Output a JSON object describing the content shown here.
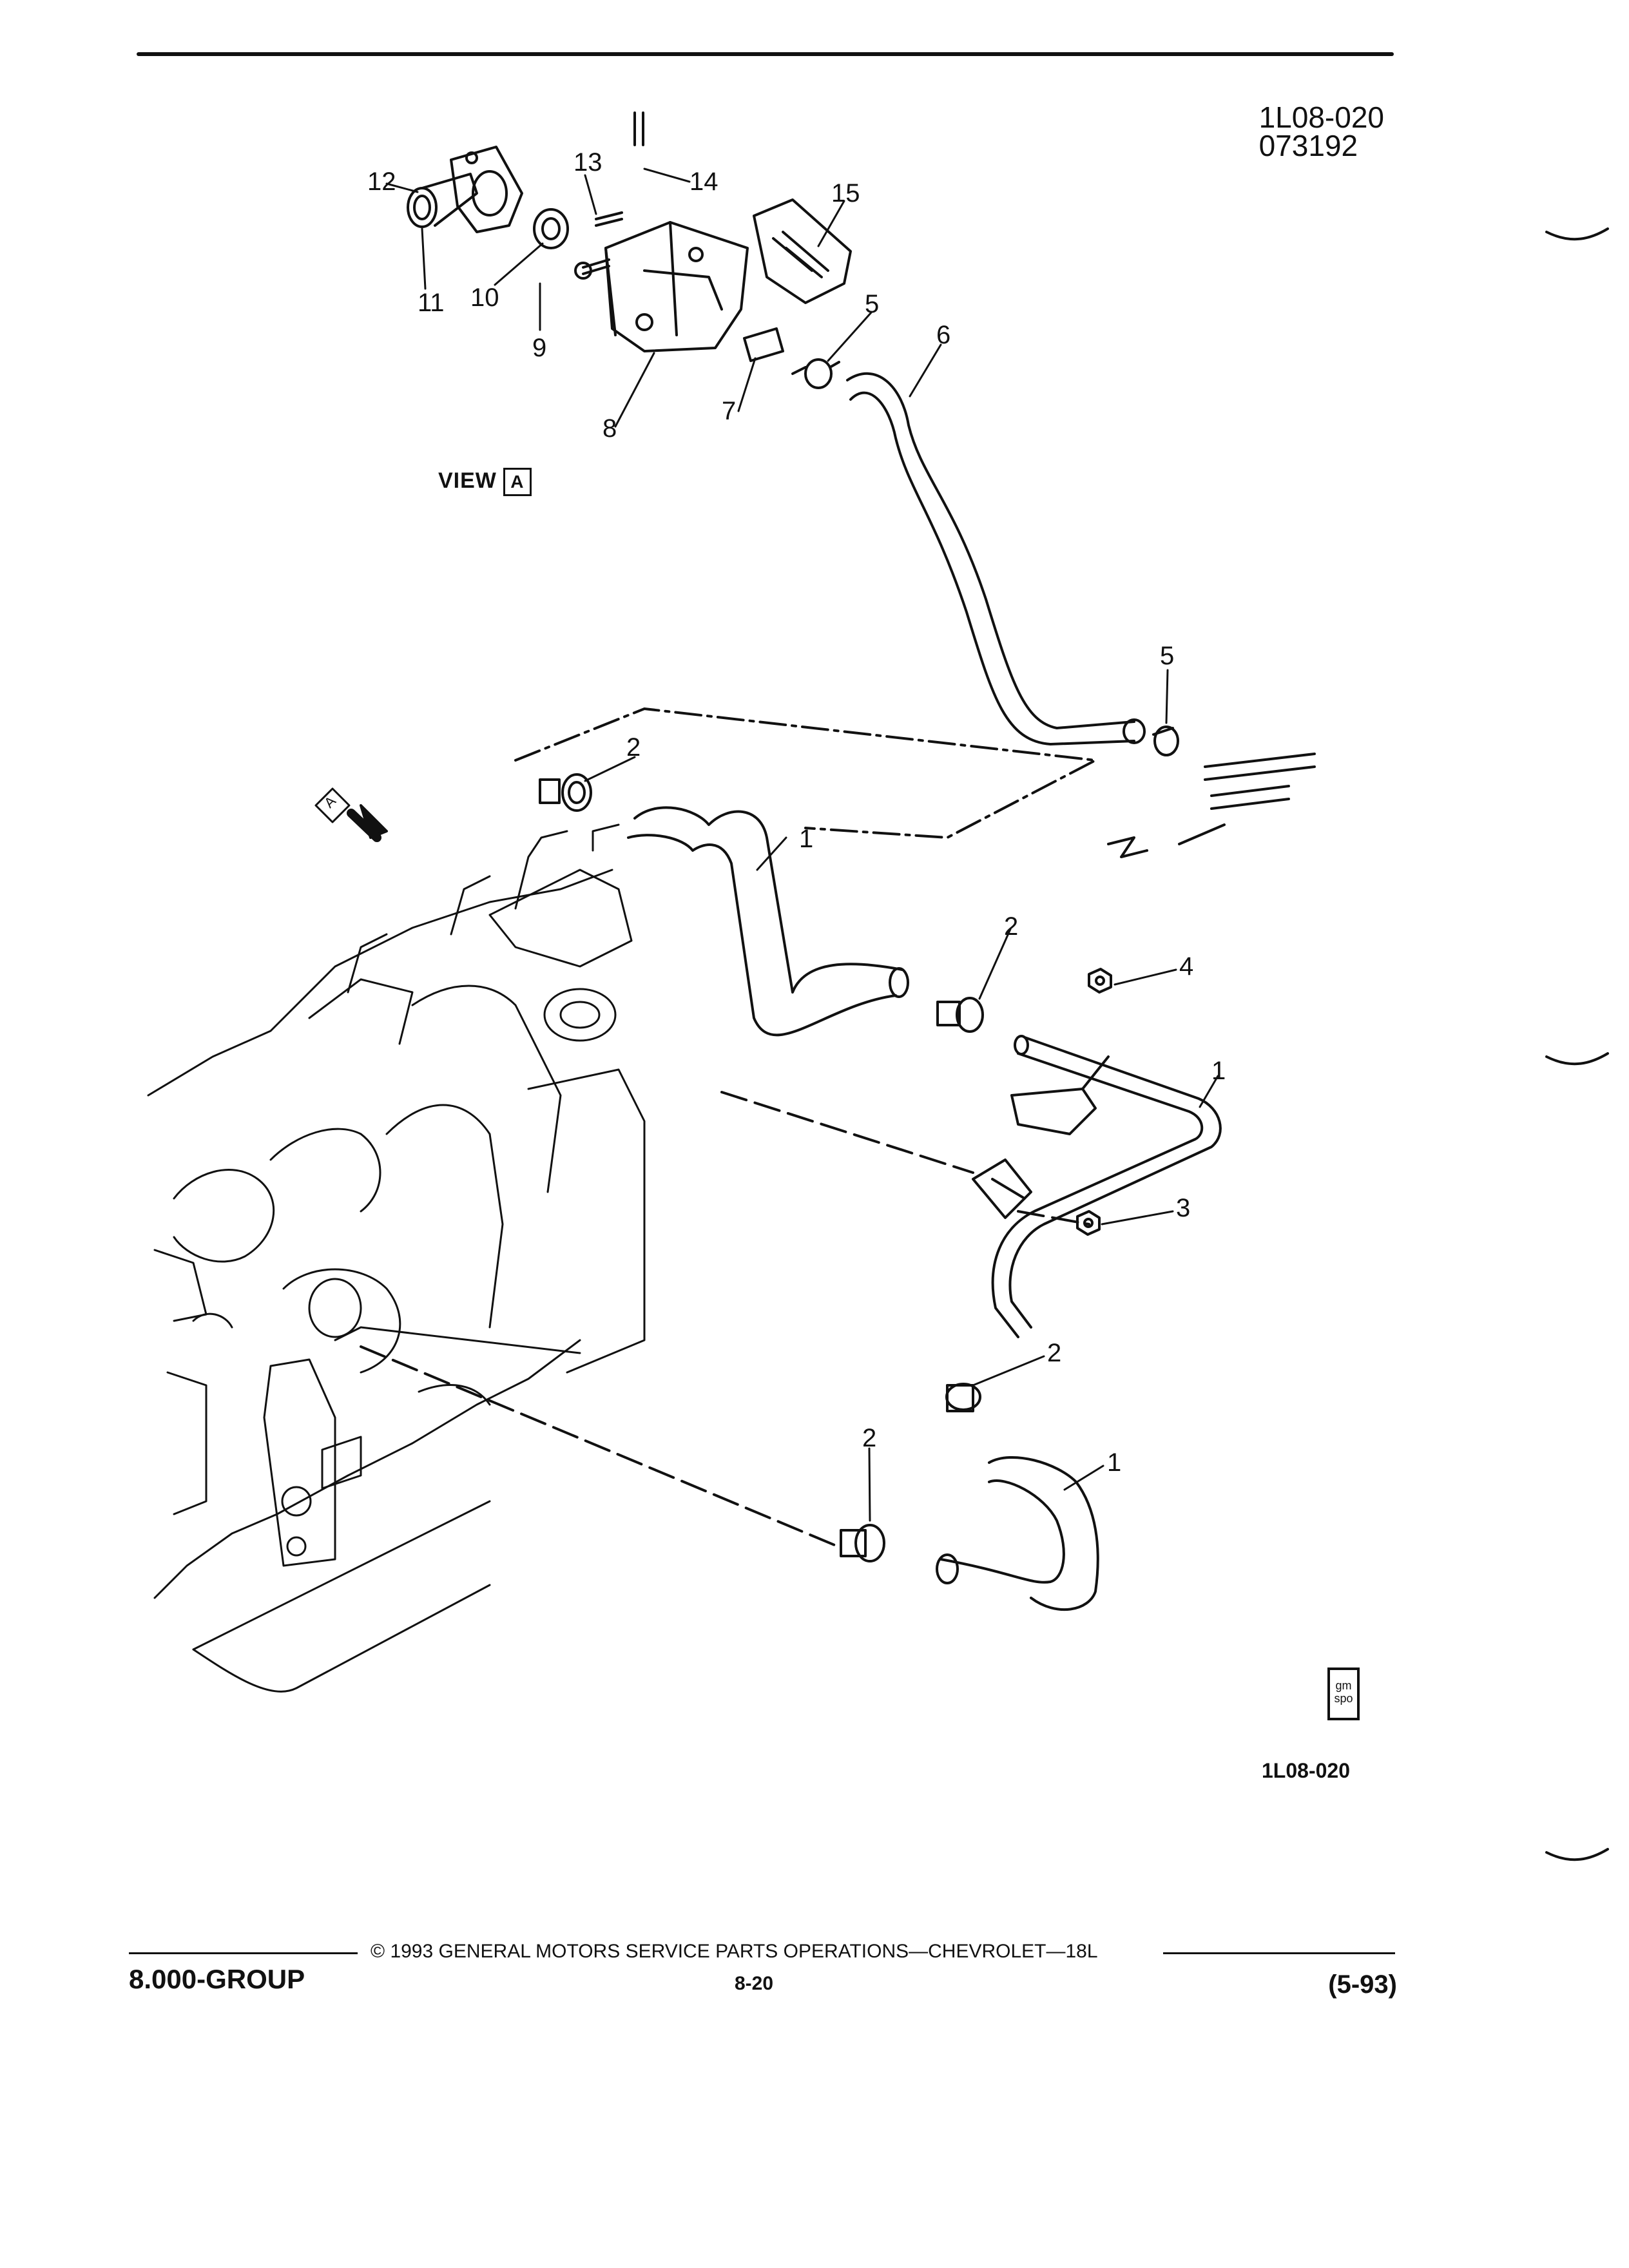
{
  "header": {
    "illustration_code": "1L08-020",
    "date_code": "073192"
  },
  "view": {
    "label": "VIEW",
    "letter": "A",
    "arrow_letter": "A"
  },
  "callouts": {
    "c1a": "1",
    "c1b": "1",
    "c1c": "1",
    "c2a": "2",
    "c2b": "2",
    "c2c": "2",
    "c2d": "2",
    "c3": "3",
    "c4": "4",
    "c5a": "5",
    "c5b": "5",
    "c6": "6",
    "c7": "7",
    "c8": "8",
    "c9": "9",
    "c10": "10",
    "c11": "11",
    "c12": "12",
    "c13": "13",
    "c14": "14",
    "c15": "15"
  },
  "logo": {
    "line1": "gm",
    "line2": "spo"
  },
  "figure_code": "1L08-020",
  "footer": {
    "copyright": "© 1993 GENERAL MOTORS SERVICE PARTS OPERATIONS—CHEVROLET—18L",
    "group": "8.000-GROUP",
    "page": "8-20",
    "date": "(5-93)"
  }
}
